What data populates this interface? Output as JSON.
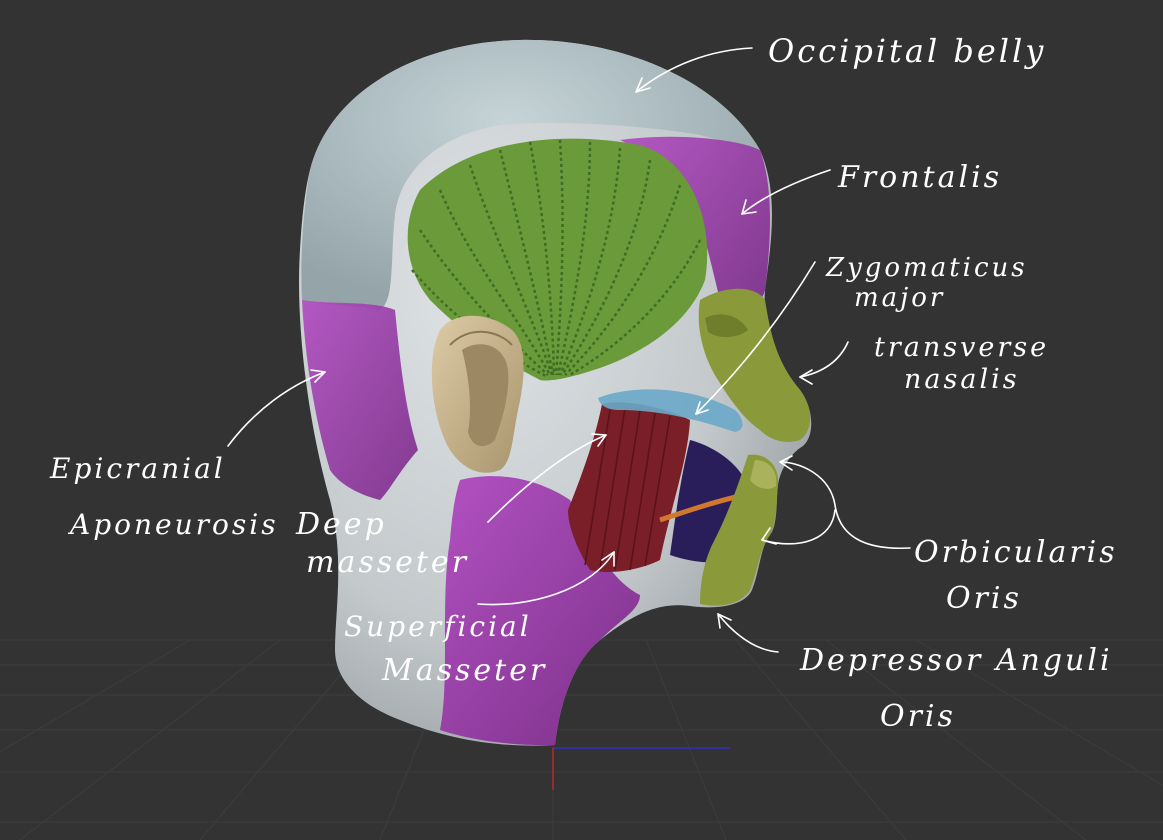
{
  "scene": {
    "background": "#333333",
    "grid_color": "#3d3d3d",
    "x_axis_color": "#3030c0",
    "y_axis_color": "#c02828"
  },
  "colors": {
    "skin": "#c8ccd0",
    "galea": "#b4c4c8",
    "purple_muscle": "#9a3aa8",
    "temporalis_green": "#6a9a3a",
    "masseter_red": "#7a1e28",
    "mouth_green": "#8a9a3a",
    "ear": "#c8b48e"
  },
  "labels": {
    "occipital_belly": "Occipital belly",
    "frontalis": "Frontalis",
    "zygomaticus_line1": "Zygomaticus",
    "zygomaticus_line2": "major",
    "transverse_line1": "transverse",
    "transverse_line2": "nasalis",
    "epicranial_line1": "Epicranial",
    "epicranial_line2": "Aponeurosis",
    "deep_masseter_line1": "Deep",
    "deep_masseter_line2": "masseter",
    "superficial_line1": "Superficial",
    "superficial_line2": "Masseter",
    "orbicularis_line1": "Orbicularis",
    "orbicularis_line2": "Oris",
    "depressor_line1": "Depressor Anguli",
    "depressor_line2": "Oris"
  }
}
